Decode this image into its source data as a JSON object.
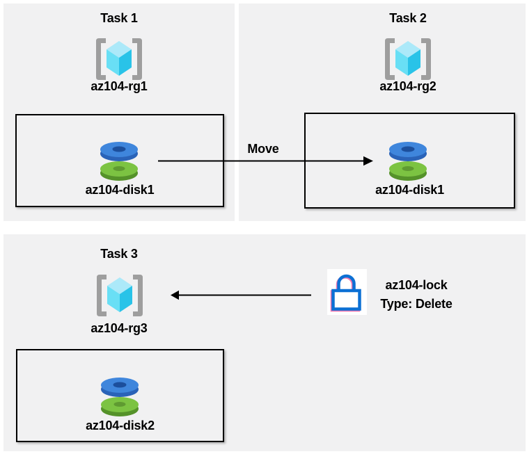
{
  "tasks": [
    {
      "title": "Task 1",
      "resource_group": "az104-rg1",
      "disk": "az104-disk1"
    },
    {
      "title": "Task 2",
      "resource_group": "az104-rg2",
      "disk": "az104-disk1"
    },
    {
      "title": "Task 3",
      "resource_group": "az104-rg3",
      "disk": "az104-disk2"
    }
  ],
  "arrows": {
    "move_label": "Move"
  },
  "lock": {
    "name": "az104-lock",
    "type": "Type: Delete"
  },
  "icons": {
    "resource_group": "azure-resource-group-icon",
    "disk": "azure-managed-disk-icon",
    "lock": "delete-lock-icon",
    "move_arrow": "right-arrow",
    "lock_arrow": "left-arrow"
  },
  "colors": {
    "panel": "#f1f1f2",
    "box_border": "#000000",
    "arrow": "#000000",
    "bracket_gray": "#9e9e9e",
    "cube_light": "#ace9f9",
    "cube_mid": "#69dff5",
    "cube_dark": "#29c3e8",
    "disk_blue": "#3f86dc",
    "disk_blue_dark": "#2a63b8",
    "disk_blue_hole": "#1c4f9c",
    "disk_green": "#7cc342",
    "disk_green_dark": "#55922a",
    "disk_green_hole": "#5f9a31",
    "lock_blue": "#0c70d4",
    "lock_pink": "#f27ab1"
  }
}
